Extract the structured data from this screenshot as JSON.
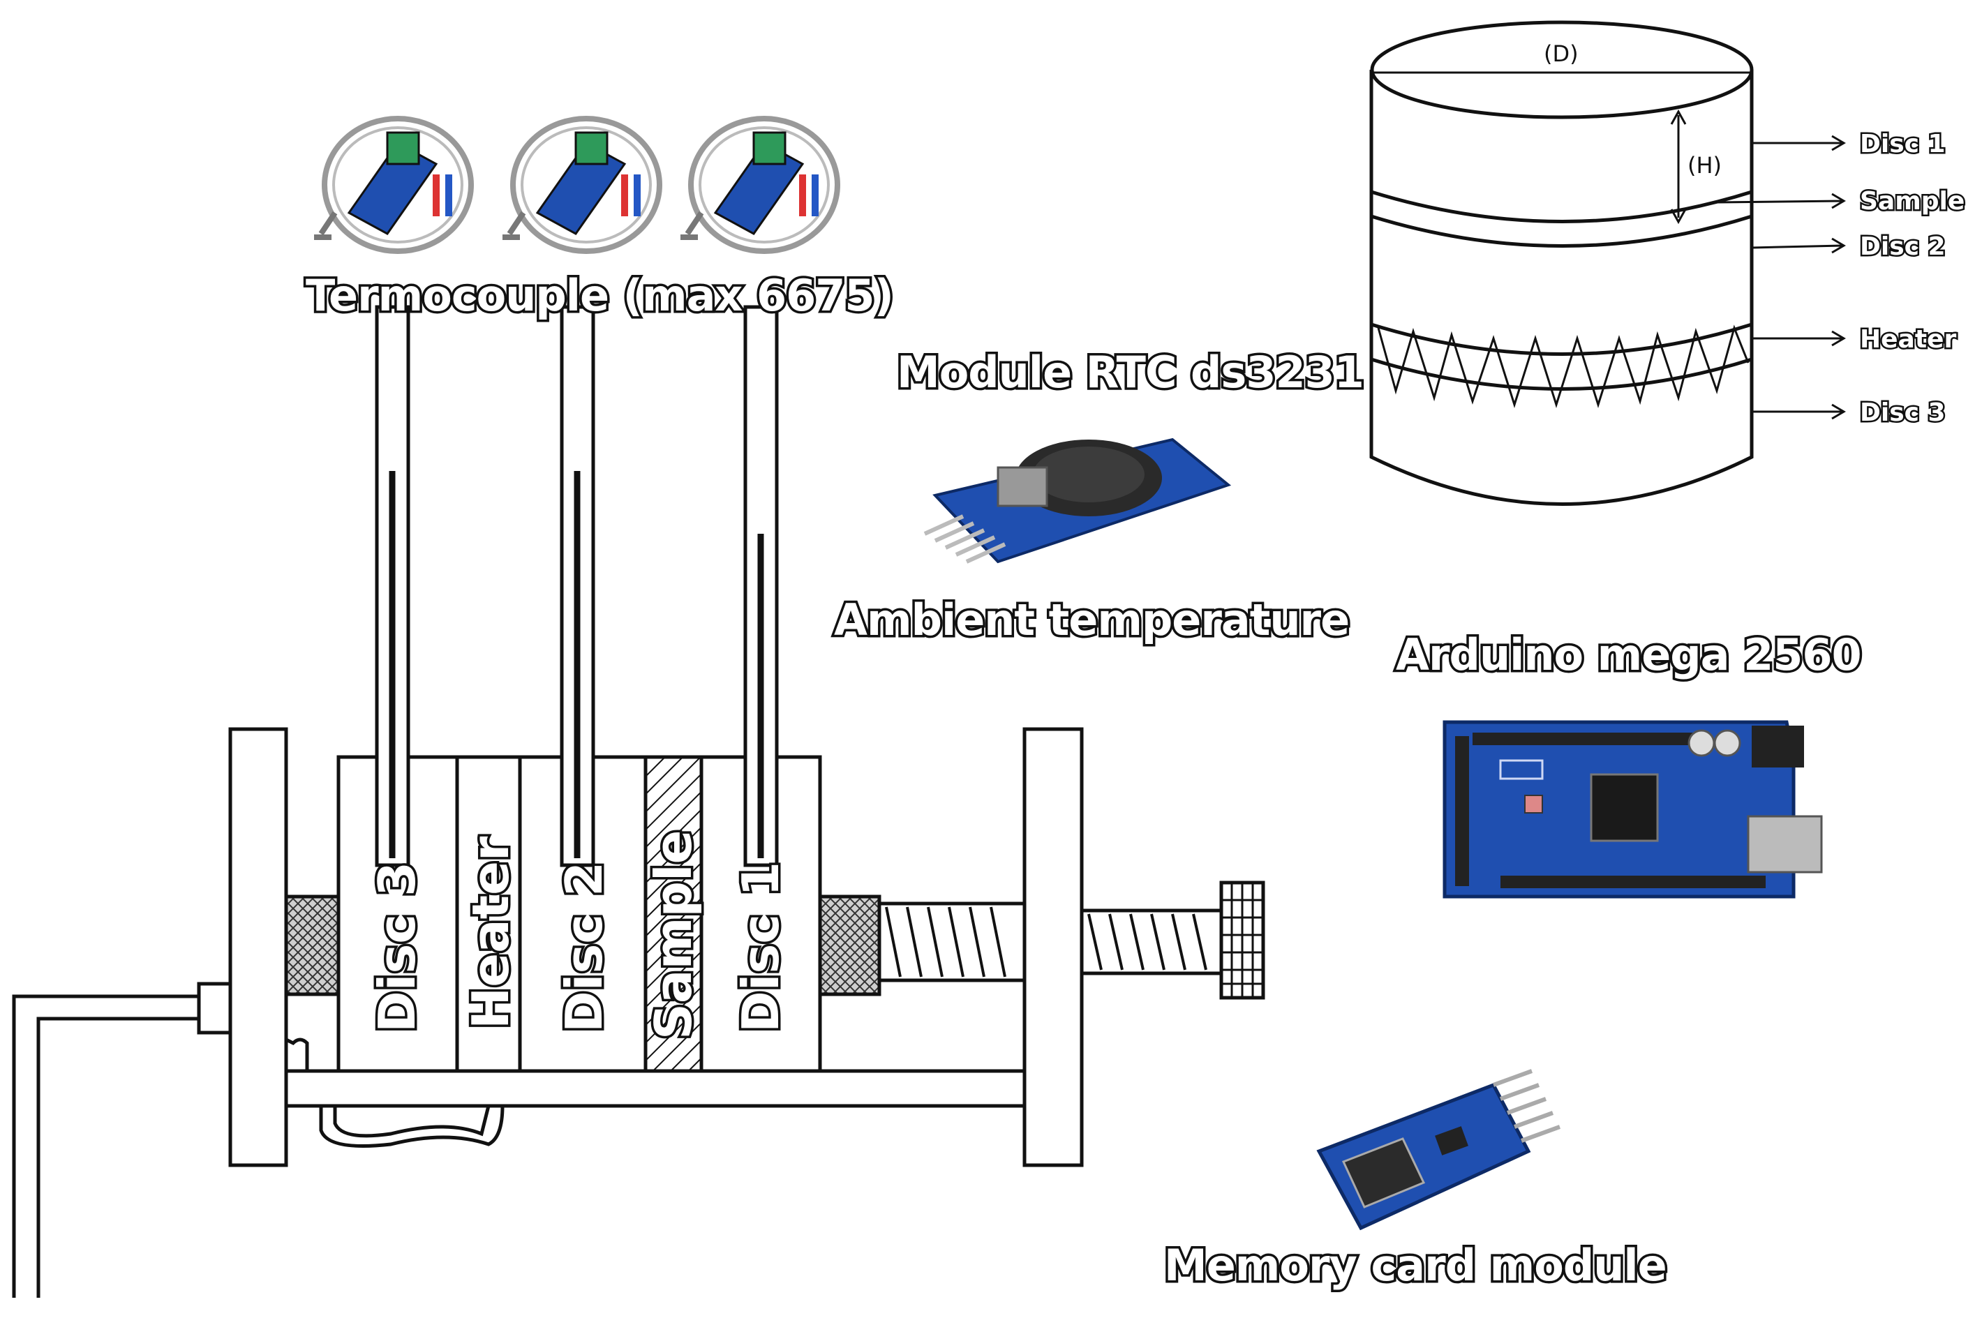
{
  "thermocouple": {
    "label": "Termocouple (max 6675)"
  },
  "rtc": {
    "title": "Module RTC ds3231",
    "subtitle": "Ambient temperature"
  },
  "arduino": {
    "title": "Arduino mega 2560"
  },
  "memory": {
    "title": "Memory card module"
  },
  "stack_labels": [
    "Disc 3",
    "Heater",
    "Disc 2",
    "Sample",
    "Disc 1"
  ],
  "cylinder": {
    "dimension_d": "(D)",
    "dimension_h": "(H)",
    "layers": [
      "Disc 1",
      "Sample",
      "Disc 2",
      "Heater",
      "Disc 3"
    ]
  },
  "colors": {
    "board_blue": "#1f4fb0",
    "terminal_green": "#2e9a5a",
    "line": "#111111"
  }
}
